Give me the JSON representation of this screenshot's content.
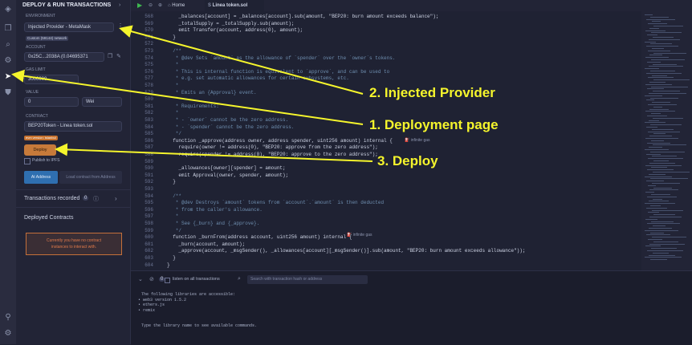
{
  "panel": {
    "title": "DEPLOY & RUN TRANSACTIONS",
    "environment_label": "ENVIRONMENT",
    "environment_value": "Injected Provider - MetaMask",
    "network_badge": "Custom (59144) network",
    "account_label": "ACCOUNT",
    "account_value": "0x25C...2038A (0.04695371",
    "gas_limit_label": "GAS LIMIT",
    "gas_limit_value": "3000000",
    "value_label": "VALUE",
    "value_amount": "0",
    "value_unit": "Wei",
    "contract_label": "CONTRACT",
    "contract_value": "BEP20Token - Linea token.sol",
    "evm_warning": "evm version: istanbul",
    "deploy_label": "Deploy",
    "publish_label": "Publish to IPFS",
    "at_address_label": "At Address",
    "load_contract_label": "Load contract from Address",
    "transactions_recorded": "Transactions recorded",
    "transactions_count": "0",
    "deployed_contracts": "Deployed Contracts",
    "empty_message_1": "Currently you have no contract",
    "empty_message_2": "instances to interact with."
  },
  "tabs": {
    "home": "Home",
    "file": "Linea token.sol"
  },
  "editor": {
    "lines": [
      {
        "n": "568",
        "code": "    _balances[account] = _balances[account].sub(amount, \"BEP20: burn amount exceeds balance\");"
      },
      {
        "n": "569",
        "code": "    _totalSupply = _totalSupply.sub(amount);"
      },
      {
        "n": "570",
        "code": "    emit Transfer(account, address(0), amount);"
      },
      {
        "n": "571",
        "code": "  }"
      },
      {
        "n": "572",
        "code": ""
      },
      {
        "n": "573",
        "code": "  /**"
      },
      {
        "n": "574",
        "code": "   * @dev Sets `amount` as the allowance of `spender` over the `owner`s tokens."
      },
      {
        "n": "575",
        "code": "   *"
      },
      {
        "n": "576",
        "code": "   * This is internal function is equivalent to `approve`, and can be used to"
      },
      {
        "n": "577",
        "code": "   * e.g. set automatic allowances for certain subsystems, etc."
      },
      {
        "n": "578",
        "code": "   *"
      },
      {
        "n": "579",
        "code": "   * Emits an {Approval} event."
      },
      {
        "n": "580",
        "code": "   *"
      },
      {
        "n": "581",
        "code": "   * Requirements:"
      },
      {
        "n": "582",
        "code": "   *"
      },
      {
        "n": "583",
        "code": "   * - `owner` cannot be the zero address."
      },
      {
        "n": "584",
        "code": "   * - `spender` cannot be the zero address."
      },
      {
        "n": "585",
        "code": "   */"
      },
      {
        "n": "586",
        "code": "  function _approve(address owner, address spender, uint256 amount) internal {"
      },
      {
        "n": "587",
        "code": "    require(owner != address(0), \"BEP20: approve from the zero address\");"
      },
      {
        "n": "588",
        "code": "    require(spender != address(0), \"BEP20: approve to the zero address\");"
      },
      {
        "n": "589",
        "code": ""
      },
      {
        "n": "590",
        "code": "    _allowances[owner][spender] = amount;"
      },
      {
        "n": "591",
        "code": "    emit Approval(owner, spender, amount);"
      },
      {
        "n": "592",
        "code": "  }"
      },
      {
        "n": "593",
        "code": ""
      },
      {
        "n": "594",
        "code": "  /**"
      },
      {
        "n": "595",
        "code": "   * @dev Destroys `amount` tokens from `account`.`amount` is then deducted"
      },
      {
        "n": "596",
        "code": "   * from the caller's allowance."
      },
      {
        "n": "597",
        "code": "   *"
      },
      {
        "n": "598",
        "code": "   * See {_burn} and {_approve}."
      },
      {
        "n": "599",
        "code": "   */"
      },
      {
        "n": "600",
        "code": "  function _burnFrom(address account, uint256 amount) internal {"
      },
      {
        "n": "601",
        "code": "    _burn(account, amount);"
      },
      {
        "n": "602",
        "code": "    _approve(account, _msgSender(), _allowances[account][_msgSender()].sub(amount, \"BEP20: burn amount exceeds allowance\"));"
      },
      {
        "n": "603",
        "code": "  }"
      },
      {
        "n": "604",
        "code": "}"
      }
    ],
    "gas_hint": "infinite gas"
  },
  "terminal": {
    "listen_label": "listen on all transactions",
    "count": "0",
    "search_placeholder": "Search with transaction hash or address",
    "lines": [
      "The following libraries are accessible:",
      "• web3 version 1.5.2",
      "• ethers.js",
      "• remix",
      "",
      "Type the library name to see available commands."
    ]
  },
  "annotations": {
    "injected": "2. Injected Provider",
    "deployment": "1. Deployment page",
    "deploy": "3. Deploy"
  },
  "colors": {
    "annotation": "#f5f52c",
    "deploy_button": "#c77a3a",
    "background": "#1f2233"
  }
}
